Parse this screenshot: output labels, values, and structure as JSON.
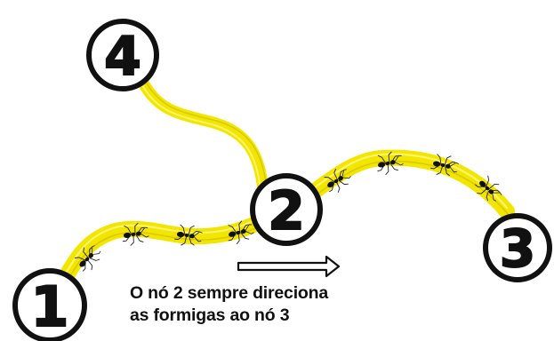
{
  "nodes": [
    {
      "id": "1",
      "label": "1"
    },
    {
      "id": "2",
      "label": "2"
    },
    {
      "id": "3",
      "label": "3"
    },
    {
      "id": "4",
      "label": "4"
    }
  ],
  "caption": {
    "line1": "O nó 2 sempre direciona",
    "line2": "as formigas ao nó 3"
  },
  "colors": {
    "trail": "#f2e600",
    "trail_light": "#fff36b",
    "ink": "#111111",
    "background": "#ffffff"
  },
  "icons": [
    "ant-icon",
    "arrow-right-icon"
  ]
}
